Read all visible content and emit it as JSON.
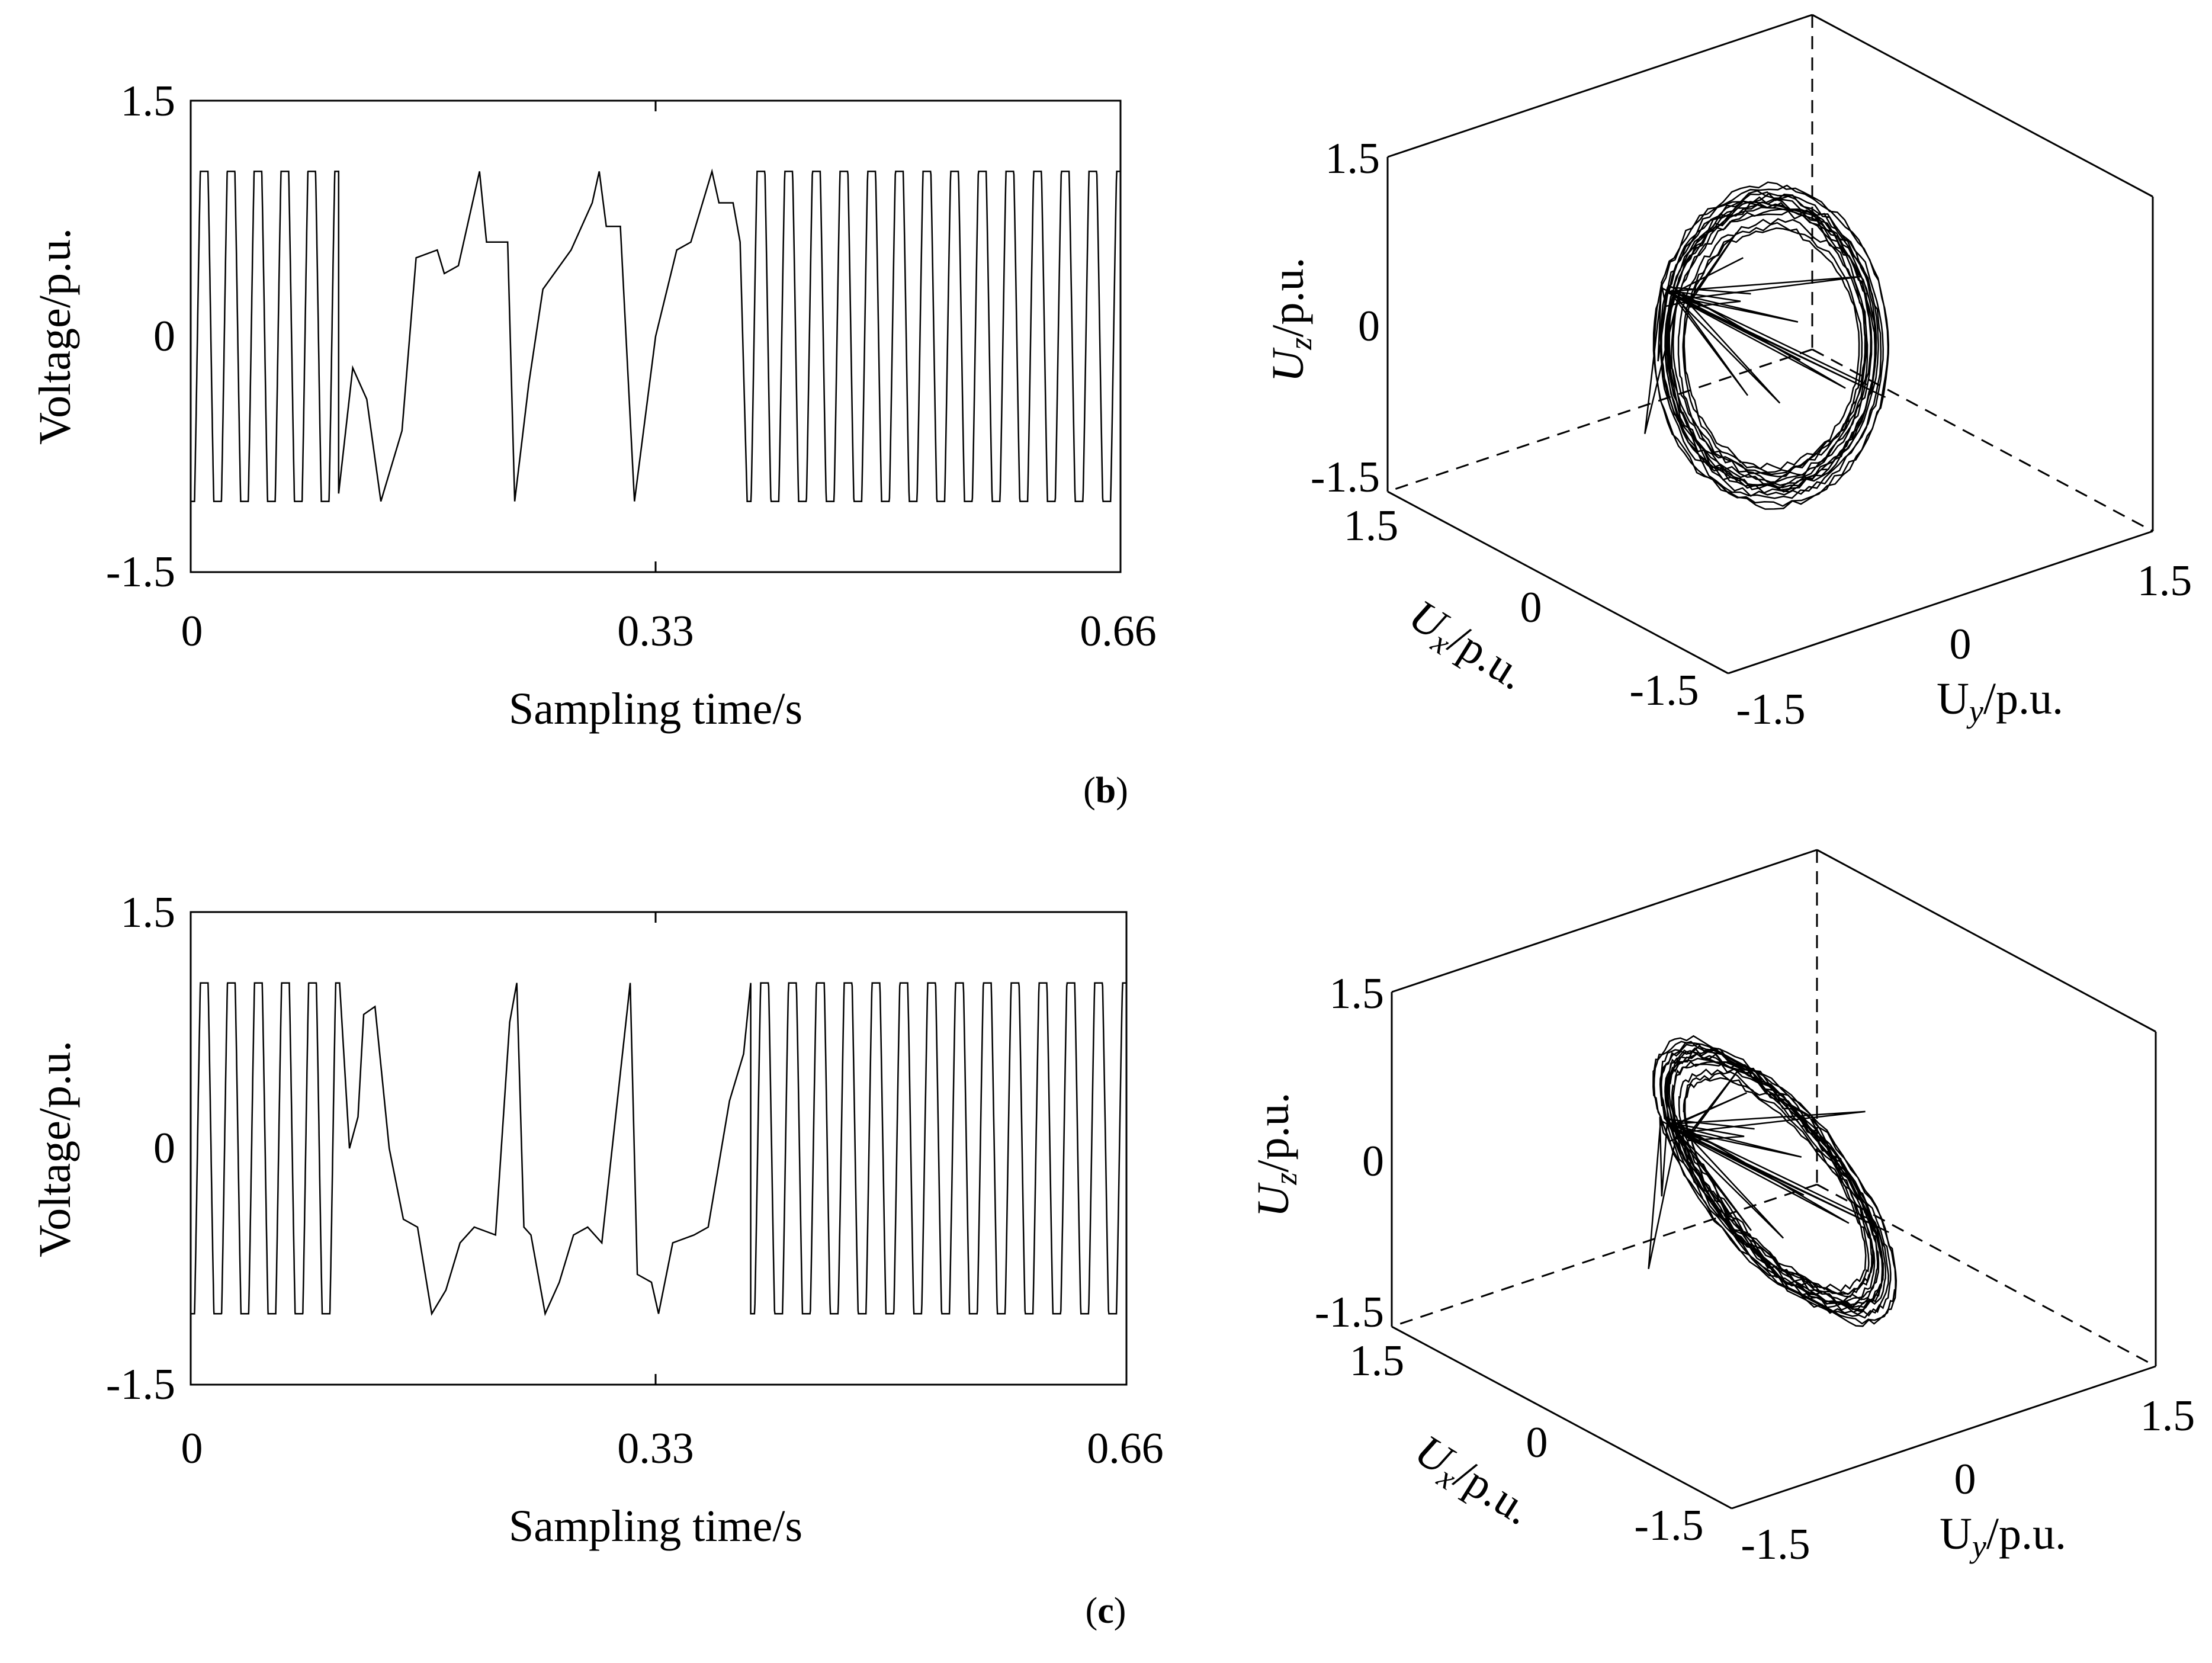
{
  "panels": [
    {
      "label_open": "(",
      "label_letter": "b",
      "label_close": ")"
    },
    {
      "label_open": "(",
      "label_letter": "c",
      "label_close": ")"
    }
  ],
  "chart_data": [
    {
      "type": "line",
      "panel": "b",
      "xlabel": "Sampling time/s",
      "ylabel": "Voltage/p.u.",
      "xlim": [
        0,
        0.66
      ],
      "ylim": [
        -1.5,
        1.5
      ],
      "xticks": [
        "0",
        "0.33",
        "0.66"
      ],
      "yticks": [
        "1.5",
        "0",
        "-1.5"
      ],
      "grid": false,
      "segments": [
        {
          "kind": "oscillation",
          "t_start": 0.0,
          "t_end": 0.105,
          "amplitude": 1.05,
          "cycles": 5.5
        },
        {
          "kind": "staircase",
          "t_start": 0.105,
          "t_end": 0.395,
          "points": [
            [
              0.105,
              -1.0
            ],
            [
              0.115,
              -0.2
            ],
            [
              0.125,
              -0.4
            ],
            [
              0.135,
              -1.05
            ],
            [
              0.15,
              -0.6
            ],
            [
              0.16,
              0.5
            ],
            [
              0.175,
              0.55
            ],
            [
              0.18,
              0.4
            ],
            [
              0.19,
              0.45
            ],
            [
              0.2,
              0.85
            ],
            [
              0.205,
              1.05
            ],
            [
              0.21,
              0.6
            ],
            [
              0.225,
              0.6
            ],
            [
              0.23,
              -1.05
            ],
            [
              0.24,
              -0.3
            ],
            [
              0.25,
              0.3
            ],
            [
              0.27,
              0.55
            ],
            [
              0.285,
              0.85
            ],
            [
              0.29,
              1.05
            ],
            [
              0.295,
              0.7
            ],
            [
              0.305,
              0.7
            ],
            [
              0.315,
              -1.05
            ],
            [
              0.33,
              0.0
            ],
            [
              0.345,
              0.55
            ],
            [
              0.355,
              0.6
            ],
            [
              0.37,
              1.05
            ],
            [
              0.375,
              0.85
            ],
            [
              0.385,
              0.85
            ],
            [
              0.39,
              0.6
            ],
            [
              0.395,
              -1.05
            ]
          ]
        },
        {
          "kind": "oscillation",
          "t_start": 0.395,
          "t_end": 0.66,
          "amplitude": 1.05,
          "cycles": 13.5
        }
      ]
    },
    {
      "type": "line3d",
      "panel": "b",
      "xlabel_main": "U",
      "xlabel_sub": "x",
      "xlabel_unit": "/p.u.",
      "ylabel_main": "U",
      "ylabel_sub": "y",
      "ylabel_unit": "/p.u.",
      "zlabel_main": "U",
      "zlabel_sub": "z",
      "zlabel_unit": "/p.u.",
      "xlim": [
        -1.5,
        1.5
      ],
      "ylim": [
        -1.5,
        1.5
      ],
      "zlim": [
        -1.5,
        1.5
      ],
      "xticks": [
        "1.5",
        "0",
        "-1.5"
      ],
      "yticks": [
        "-1.5",
        "0",
        "1.5"
      ],
      "zticks": [
        "1.5",
        "0",
        "-1.5"
      ],
      "attractor": {
        "loops": 16,
        "radius": 1.05,
        "tilt": 0.55,
        "spread": 0.18
      }
    },
    {
      "type": "line",
      "panel": "c",
      "xlabel": "Sampling time/s",
      "ylabel": "Voltage/p.u.",
      "xlim": [
        0,
        0.66
      ],
      "ylim": [
        -1.5,
        1.5
      ],
      "xticks": [
        "0",
        "0.33",
        "0.66"
      ],
      "yticks": [
        "1.5",
        "0",
        "-1.5"
      ],
      "grid": false,
      "segments": [
        {
          "kind": "oscillation",
          "t_start": 0.0,
          "t_end": 0.105,
          "amplitude": 1.05,
          "cycles": 5.5
        },
        {
          "kind": "staircase",
          "t_start": 0.105,
          "t_end": 0.395,
          "points": [
            [
              0.105,
              1.05
            ],
            [
              0.112,
              0.0
            ],
            [
              0.118,
              0.2
            ],
            [
              0.122,
              0.85
            ],
            [
              0.13,
              0.9
            ],
            [
              0.14,
              0.0
            ],
            [
              0.15,
              -0.45
            ],
            [
              0.16,
              -0.5
            ],
            [
              0.17,
              -1.05
            ],
            [
              0.18,
              -0.9
            ],
            [
              0.19,
              -0.6
            ],
            [
              0.2,
              -0.5
            ],
            [
              0.215,
              -0.55
            ],
            [
              0.225,
              0.8
            ],
            [
              0.23,
              1.05
            ],
            [
              0.235,
              -0.5
            ],
            [
              0.24,
              -0.55
            ],
            [
              0.25,
              -1.05
            ],
            [
              0.26,
              -0.85
            ],
            [
              0.27,
              -0.55
            ],
            [
              0.28,
              -0.5
            ],
            [
              0.29,
              -0.6
            ],
            [
              0.31,
              1.05
            ],
            [
              0.315,
              -0.8
            ],
            [
              0.325,
              -0.85
            ],
            [
              0.33,
              -1.05
            ],
            [
              0.34,
              -0.6
            ],
            [
              0.355,
              -0.55
            ],
            [
              0.365,
              -0.5
            ],
            [
              0.38,
              0.3
            ],
            [
              0.39,
              0.6
            ],
            [
              0.395,
              1.05
            ]
          ]
        },
        {
          "kind": "oscillation",
          "t_start": 0.395,
          "t_end": 0.66,
          "amplitude": 1.05,
          "cycles": 13.5
        }
      ]
    },
    {
      "type": "line3d",
      "panel": "c",
      "xlabel_main": "U",
      "xlabel_sub": "x",
      "xlabel_unit": "/p.u.",
      "ylabel_main": "U",
      "ylabel_sub": "y",
      "ylabel_unit": "/p.u.",
      "zlabel_main": "U",
      "zlabel_sub": "z",
      "zlabel_unit": "/p.u.",
      "xlim": [
        -1.5,
        1.5
      ],
      "ylim": [
        -1.5,
        1.5
      ],
      "zlim": [
        -1.5,
        1.5
      ],
      "xticks": [
        "1.5",
        "0",
        "-1.5"
      ],
      "yticks": [
        "-1.5",
        "0",
        "1.5"
      ],
      "zticks": [
        "1.5",
        "0",
        "-1.5"
      ],
      "attractor": {
        "loops": 16,
        "radius": 1.1,
        "tilt": -0.5,
        "spread": 0.2
      }
    }
  ]
}
